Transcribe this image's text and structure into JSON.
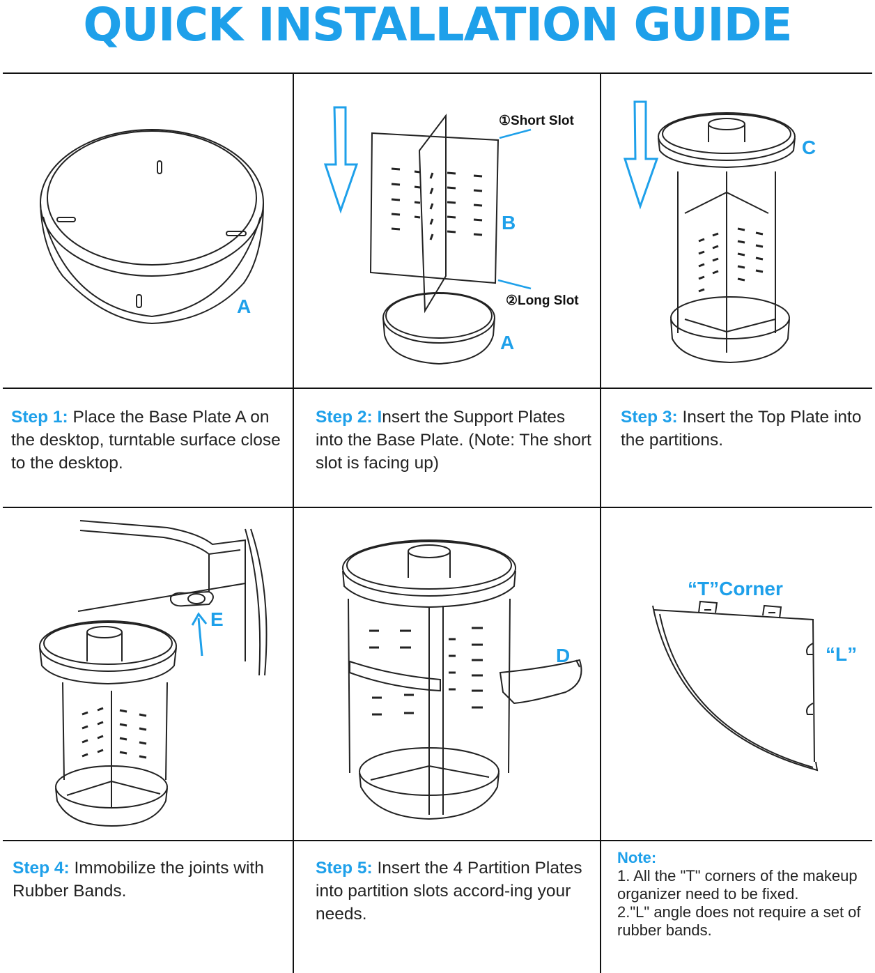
{
  "title": "QUICK INSTALLATION GUIDE",
  "colors": {
    "accent": "#1ea0ea",
    "line": "#111111"
  },
  "diagrams": {
    "d1": {
      "label_a": "A"
    },
    "d2": {
      "short_slot": "①Short Slot",
      "long_slot": "②Long Slot",
      "label_b": "B",
      "label_a": "A"
    },
    "d3": {
      "label_c": "C"
    },
    "d4": {
      "label_e": "E"
    },
    "d5": {
      "label_d": "D"
    },
    "d6": {
      "t_corner": "“T”Corner",
      "l": "“L”"
    }
  },
  "steps": [
    {
      "heading": "Step 1:",
      "text": " Place the Base Plate A on the desktop, turntable surface close to the desktop."
    },
    {
      "heading": "Step 2: I",
      "text": "nsert the Support Plates into the  Base Plate. (Note: The short slot is facing up)"
    },
    {
      "heading": "Step 3:",
      "text": " Insert the Top Plate into the partitions."
    },
    {
      "heading": "Step 4:",
      "text": " Immobilize the joints with Rubber Bands."
    },
    {
      "heading": "Step 5:",
      "text": " Insert the 4 Partition Plates into partition slots accord-ing your needs."
    }
  ],
  "note": {
    "heading": "Note:",
    "lines": [
      "1. All the \"T\" corners of the makeup organizer need to be fixed.",
      "2.\"L\" angle does not require a set of rubber bands."
    ]
  }
}
